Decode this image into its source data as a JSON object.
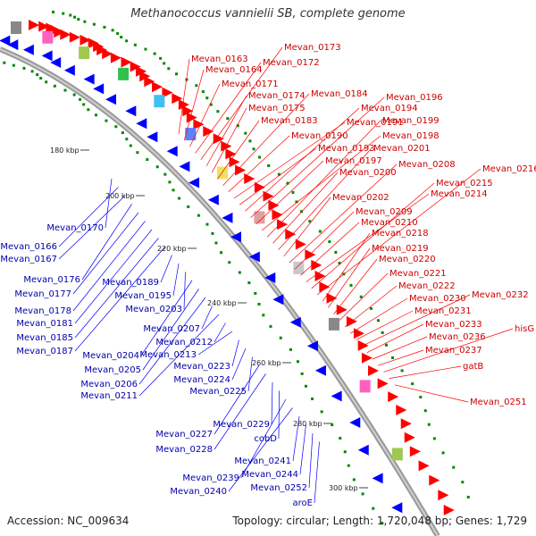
{
  "title": "Methanococcus vannielii SB, complete genome",
  "accession": "Accession: NC_009634",
  "topology": "Topology: circular; Length: 1,720,048 bp; Genes: 1,729",
  "colors": {
    "forward": "#ff0000",
    "reverse": "#0000ff",
    "backbone": "#999999",
    "tick": "#008800"
  },
  "ticks": [
    "180 kbp",
    "200 kbp",
    "220 kbp",
    "240 kbp",
    "260 kbp",
    "280 kbp",
    "300 kbp"
  ],
  "forward_labels": [
    "Mevan_0163",
    "Mevan_0164",
    "Mevan_0171",
    "Mevan_0172",
    "Mevan_0173",
    "Mevan_0174",
    "Mevan_0175",
    "Mevan_0183",
    "Mevan_0184",
    "Mevan_0190",
    "Mevan_0191",
    "Mevan_0193",
    "Mevan_0194",
    "Mevan_0196",
    "Mevan_0197",
    "Mevan_0198",
    "Mevan_0199",
    "Mevan_0200",
    "Mevan_0201",
    "Mevan_0202",
    "Mevan_0208",
    "Mevan_0209",
    "Mevan_0210",
    "Mevan_0214",
    "Mevan_0215",
    "Mevan_0216",
    "Mevan_0218",
    "Mevan_0219",
    "Mevan_0220",
    "Mevan_0221",
    "Mevan_0222",
    "Mevan_0230",
    "Mevan_0231",
    "Mevan_0232",
    "Mevan_0233",
    "Mevan_0236",
    "Mevan_0237",
    "hisG",
    "gatB",
    "Mevan_0251"
  ],
  "reverse_labels": [
    "Mevan_0170",
    "Mevan_0166",
    "Mevan_0167",
    "Mevan_0176",
    "Mevan_0177",
    "Mevan_0178",
    "Mevan_0181",
    "Mevan_0185",
    "Mevan_0187",
    "Mevan_0189",
    "Mevan_0195",
    "Mevan_0203",
    "Mevan_0204",
    "Mevan_0205",
    "Mevan_0206",
    "Mevan_0207",
    "Mevan_0211",
    "Mevan_0212",
    "Mevan_0213",
    "Mevan_0223",
    "Mevan_0224",
    "Mevan_0225",
    "Mevan_0227",
    "Mevan_0228",
    "Mevan_0229",
    "cobD",
    "Mevan_0239",
    "Mevan_0240",
    "Mevan_0241",
    "Mevan_0244",
    "Mevan_0252",
    "aroE"
  ]
}
